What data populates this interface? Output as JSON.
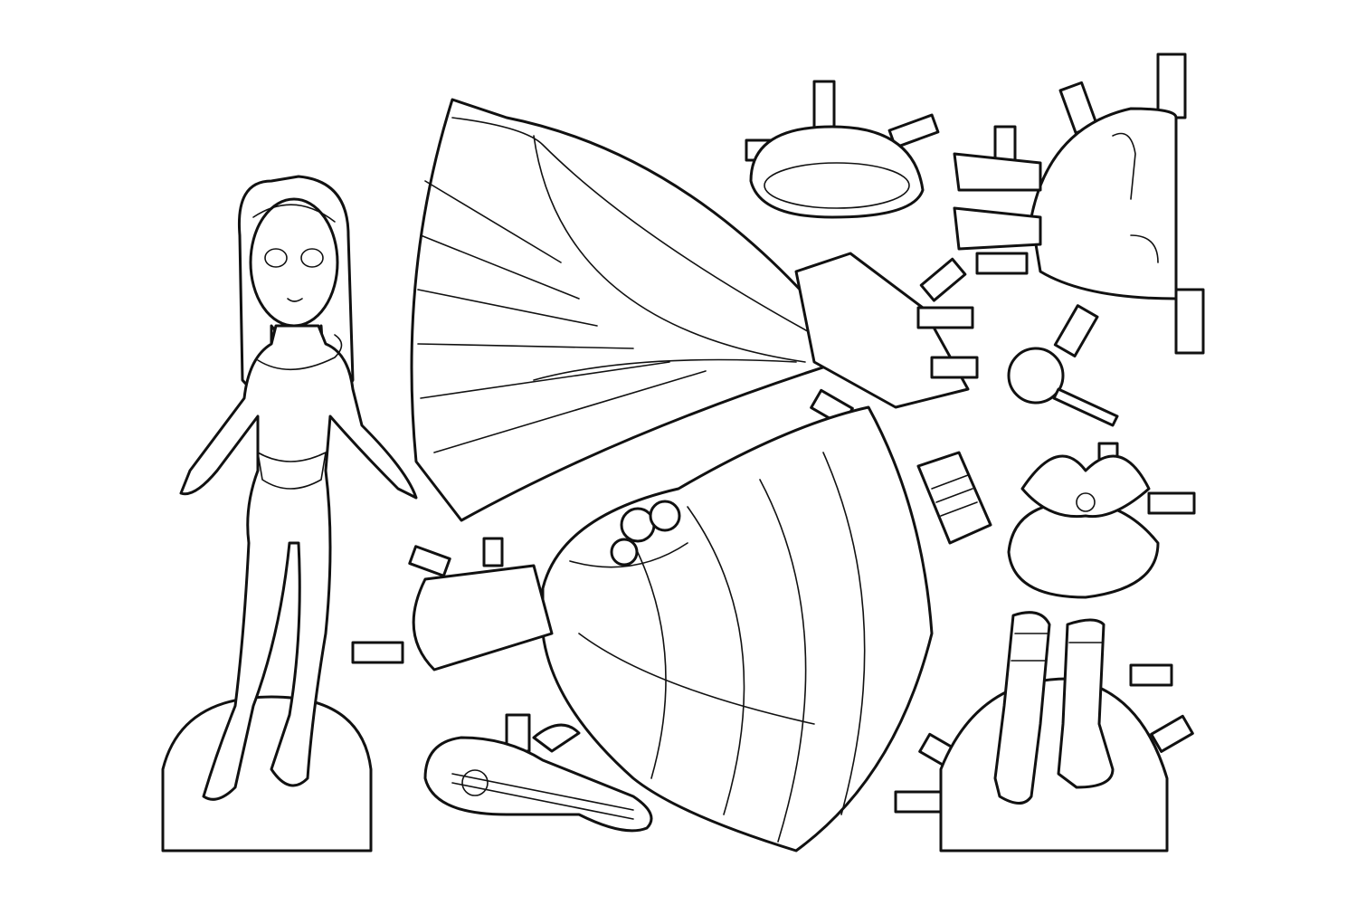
{
  "colors": {
    "background": "#ffffff",
    "line": "#111111"
  },
  "pieces": [
    "doll-with-stand",
    "gown-with-bird-pattern",
    "gown-with-flower-bouquet",
    "hat-with-bow",
    "hat-with-feathers",
    "stockings-and-shoes",
    "boots",
    "hand-mirror",
    "book",
    "lute"
  ]
}
